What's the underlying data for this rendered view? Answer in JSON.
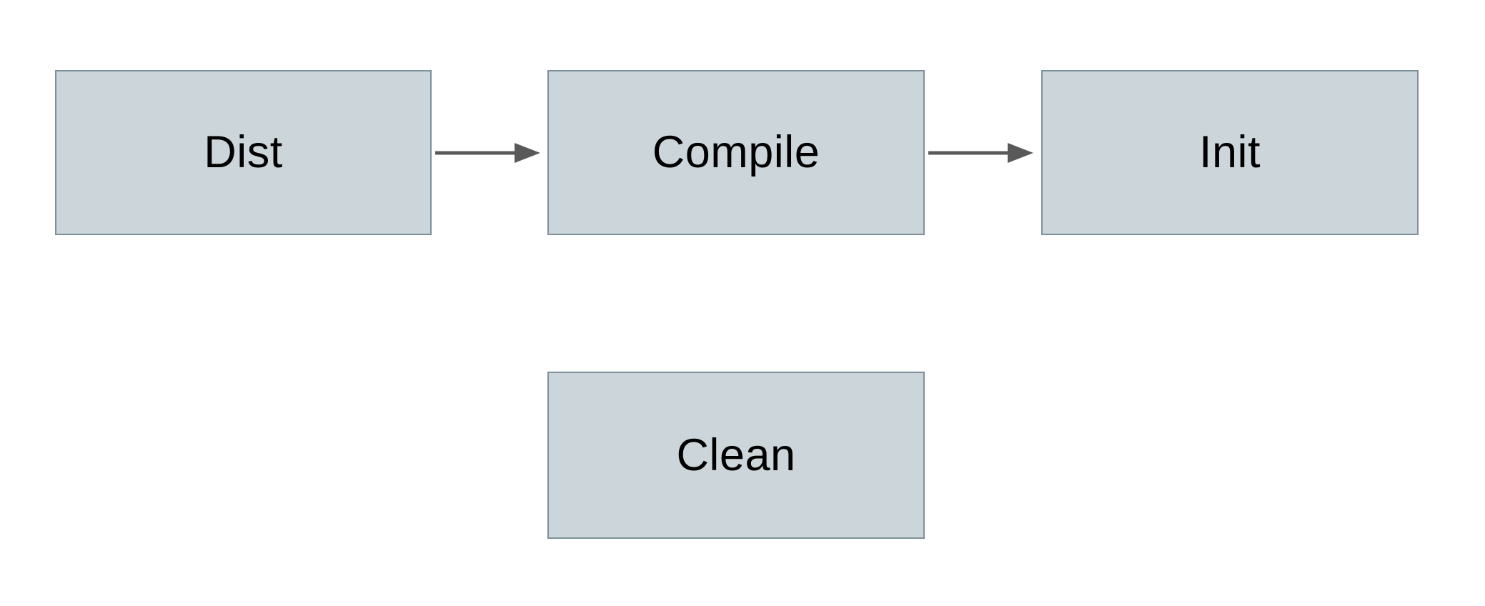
{
  "diagram": {
    "nodes": [
      {
        "id": "dist",
        "label": "Dist"
      },
      {
        "id": "compile",
        "label": "Compile"
      },
      {
        "id": "init",
        "label": "Init"
      },
      {
        "id": "clean",
        "label": "Clean"
      }
    ],
    "edges": [
      {
        "from": "Dist",
        "to": "Compile",
        "direction": "right"
      },
      {
        "from": "Compile",
        "to": "Init",
        "direction": "right"
      }
    ],
    "colors": {
      "background": "#ffffff",
      "node_fill": "#ccd6da",
      "node_border": "#7c919c",
      "arrow": "#595959",
      "text": "#000000"
    }
  }
}
